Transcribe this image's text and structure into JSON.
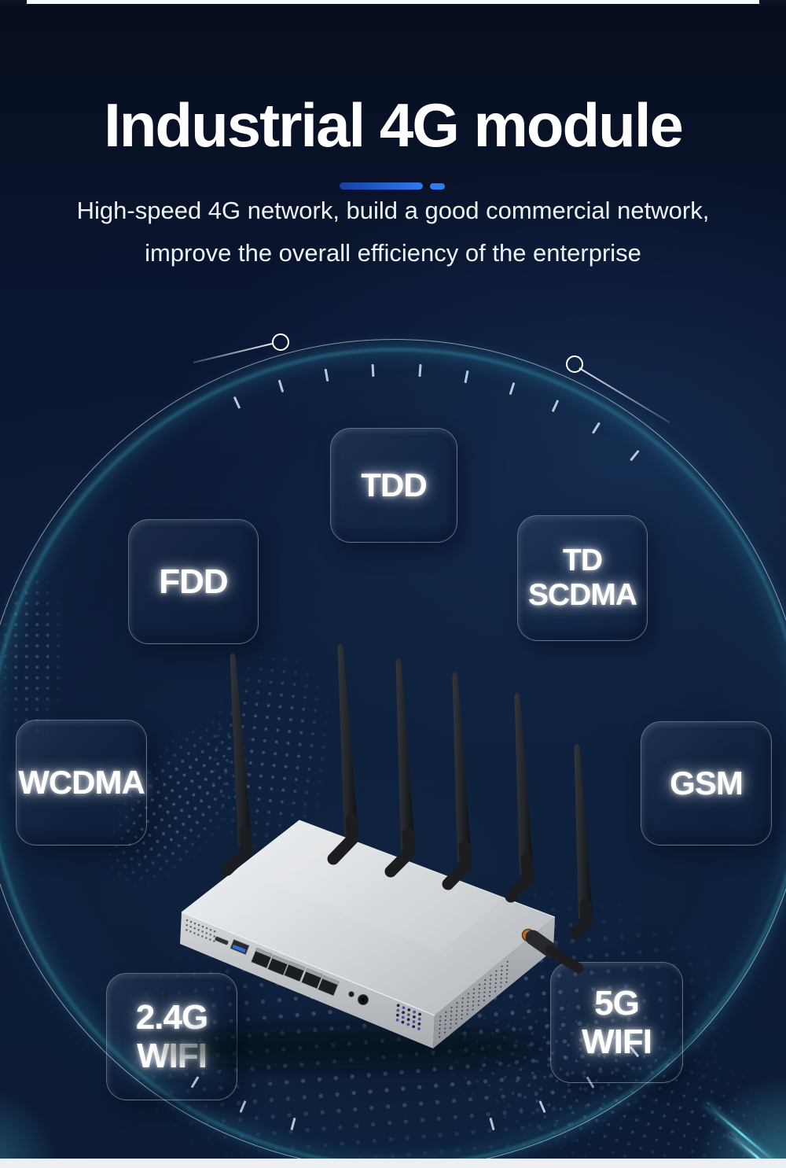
{
  "header": {
    "title": "Industrial 4G module",
    "subtitle_line1": "High-speed 4G network, build a good commercial network,",
    "subtitle_line2": "improve the overall efficiency of the enterprise"
  },
  "features": {
    "tdd": {
      "label": "TDD"
    },
    "fdd": {
      "label": "FDD"
    },
    "td_scdma": {
      "line1": "TD",
      "line2": "SCDMA"
    },
    "wcdma": {
      "label": "WCDMA"
    },
    "gsm": {
      "label": "GSM"
    },
    "wifi_24g": {
      "line1": "2.4G",
      "line2": "WIFI"
    },
    "wifi_5g": {
      "line1": "5G",
      "line2": "WIFI"
    }
  },
  "product_image": {
    "description": "silver industrial 4G router, six upright black antennas, one side antenna, five LAN ports, USB port, SIM slot",
    "upright_antenna_count": 6,
    "lan_port_count": 5
  },
  "colors": {
    "background_navy": "#0b1830",
    "accent_blue": "#2e7bf2",
    "underline_gradient_start": "#16409f",
    "circle_teal": "#40b4d2",
    "text_white": "#ffffff",
    "router_silver": "#c9cdd1",
    "usb_blue": "#2e6fd6",
    "top_strip": "#f7fafc",
    "bottom_strip": "#edeff2"
  }
}
